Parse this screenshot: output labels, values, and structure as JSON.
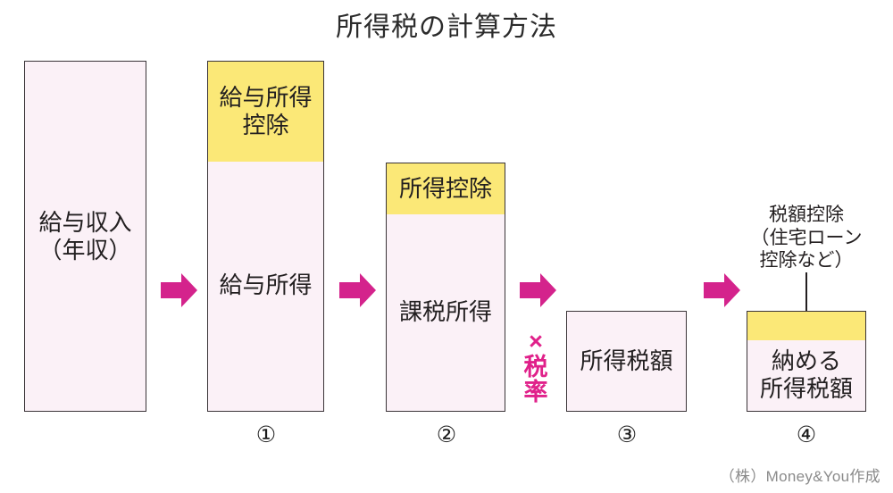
{
  "title": "所得税の計算方法",
  "colors": {
    "arrow_magenta": "#D4238C",
    "band_yellow": "#FBE877",
    "box_pink": "#FBF1F7",
    "border": "#3A3438",
    "taxrate_pink": "#E0218A",
    "credit_gray": "#8B8B8B"
  },
  "columns": [
    {
      "id": "col1",
      "segments": [
        {
          "name": "salary-income",
          "label": "給与収入\n（年収）",
          "fill": "pink"
        }
      ]
    },
    {
      "id": "col2",
      "segments": [
        {
          "name": "employment-income-deduction",
          "label": "給与所得\n控除",
          "fill": "yellow"
        },
        {
          "name": "employment-income",
          "label": "給与所得",
          "fill": "pink"
        }
      ]
    },
    {
      "id": "col3",
      "segments": [
        {
          "name": "income-deduction",
          "label": "所得控除",
          "fill": "yellow"
        },
        {
          "name": "taxable-income",
          "label": "課税所得",
          "fill": "pink"
        }
      ]
    },
    {
      "id": "col4",
      "segments": [
        {
          "name": "income-tax-amount",
          "label": "所得税額",
          "fill": "pink"
        }
      ]
    },
    {
      "id": "col5",
      "segments": [
        {
          "name": "tax-credit-band",
          "label": "",
          "fill": "yellow"
        },
        {
          "name": "payable-income-tax",
          "label": "納める\n所得税額",
          "fill": "pink"
        }
      ]
    }
  ],
  "boxes": {
    "salary_income": "給与収入\n（年収）",
    "salary_income_line1": "給与収入",
    "salary_income_line2": "（年収）",
    "employment_income_deduction_line1": "給与所得",
    "employment_income_deduction_line2": "控除",
    "employment_income": "給与所得",
    "income_deduction": "所得控除",
    "taxable_income": "課税所得",
    "income_tax_amount": "所得税額",
    "payable_tax_line1": "納める",
    "payable_tax_line2": "所得税額"
  },
  "tax_rate_note": {
    "multiply": "×",
    "char1": "税",
    "char2": "率",
    "full": "×税率"
  },
  "tax_credit_callout": {
    "line1": "税額控除",
    "line2": "（住宅ローン",
    "line3": "控除など）",
    "full": "税額控除（住宅ローン控除など）"
  },
  "step_numbers": [
    "①",
    "②",
    "③",
    "④"
  ],
  "arrows": [
    {
      "name": "arrow-1",
      "from": "給与収入（年収）",
      "to": "給与所得"
    },
    {
      "name": "arrow-2",
      "from": "給与所得",
      "to": "課税所得"
    },
    {
      "name": "arrow-3",
      "from": "課税所得",
      "to": "所得税額"
    },
    {
      "name": "arrow-4",
      "from": "所得税額",
      "to": "納める所得税額"
    }
  ],
  "credit": "（株）Money&You作成"
}
